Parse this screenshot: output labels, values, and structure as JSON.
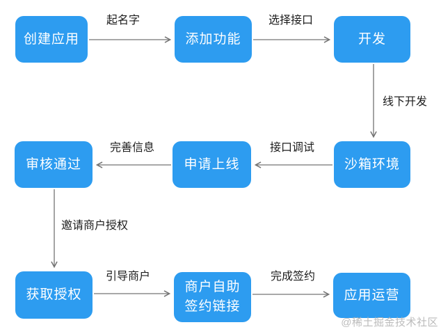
{
  "diagram": {
    "type": "flowchart",
    "nodes": [
      {
        "id": "create-app",
        "label": "创建应用"
      },
      {
        "id": "add-feature",
        "label": "添加功能"
      },
      {
        "id": "develop",
        "label": "开发"
      },
      {
        "id": "review-passed",
        "label": "审核通过"
      },
      {
        "id": "apply-online",
        "label": "申请上线"
      },
      {
        "id": "sandbox-env",
        "label": "沙箱环境"
      },
      {
        "id": "get-auth",
        "label": "获取授权"
      },
      {
        "id": "merchant-sign",
        "label": "商户自助\n签约链接"
      },
      {
        "id": "app-operate",
        "label": "应用运营"
      }
    ],
    "edges": [
      {
        "from": "create-app",
        "to": "add-feature",
        "label": "起名字",
        "direction": "right"
      },
      {
        "from": "add-feature",
        "to": "develop",
        "label": "选择接口",
        "direction": "right"
      },
      {
        "from": "develop",
        "to": "sandbox-env",
        "label": "线下开发",
        "direction": "down"
      },
      {
        "from": "sandbox-env",
        "to": "apply-online",
        "label": "接口调试",
        "direction": "left"
      },
      {
        "from": "apply-online",
        "to": "review-passed",
        "label": "完善信息",
        "direction": "left"
      },
      {
        "from": "review-passed",
        "to": "get-auth",
        "label": "邀请商户授权",
        "direction": "down"
      },
      {
        "from": "get-auth",
        "to": "merchant-sign",
        "label": "引导商户",
        "direction": "right"
      },
      {
        "from": "merchant-sign",
        "to": "app-operate",
        "label": "完成签约",
        "direction": "right"
      }
    ]
  },
  "watermark": "@稀土掘金技术社区",
  "colors": {
    "node_fill": "#2D9CF0",
    "node_text": "#ffffff",
    "arrow": "#737373",
    "edge_label": "#1c1c1c",
    "background": "#ffffff",
    "watermark": "#b0b0b0"
  }
}
